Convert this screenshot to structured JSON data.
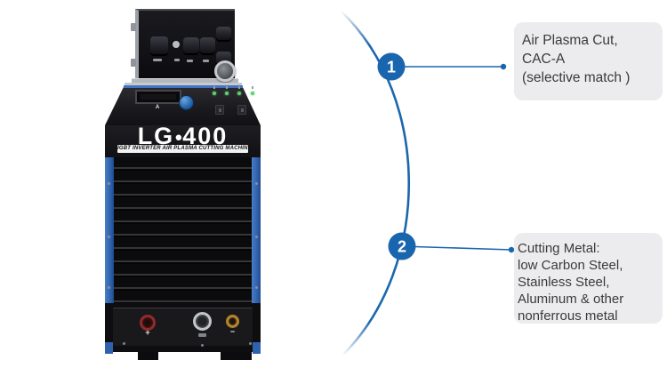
{
  "page": {
    "background": "#ffffff"
  },
  "colors": {
    "accent_blue": "#1a66ae",
    "machine_blue": "#2e62ae",
    "callout_bg": "#ececee",
    "callout_text": "#3a3a3a"
  },
  "machine": {
    "model_prefix": "LG",
    "model_separator": "●",
    "model_number": "400",
    "tagline": "IGBT INVERTER AIR PLASMA CUTTING MACHINE",
    "ammeter_label": "A",
    "positive_terminal_label": "+",
    "negative_terminal_label": "−"
  },
  "annotations": [
    {
      "number": "1",
      "lines": [
        "Air Plasma Cut,",
        "CAC-A",
        "(selective match )"
      ]
    },
    {
      "number": "2",
      "lines": [
        "Cutting Metal:",
        "low Carbon Steel,",
        "Stainless Steel,",
        "Aluminum & other",
        "nonferrous metal"
      ]
    }
  ]
}
